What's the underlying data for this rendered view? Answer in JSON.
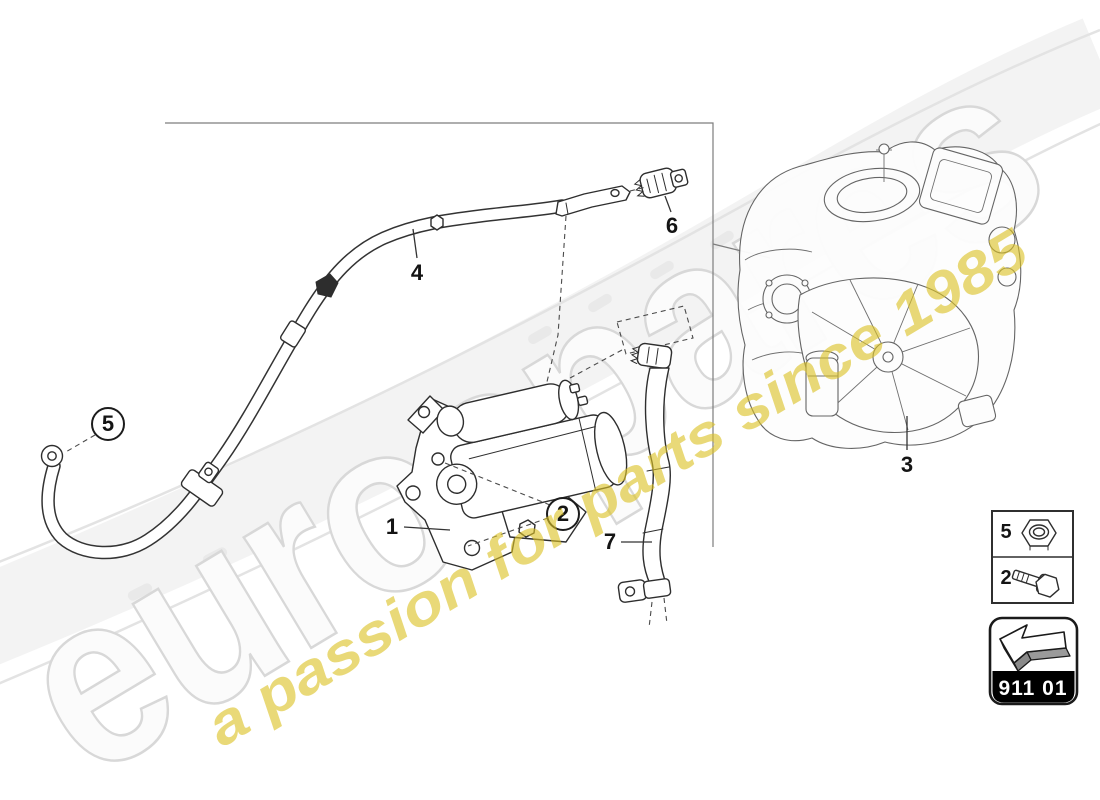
{
  "watermark": {
    "brand": "eurospares",
    "tagline": "a passion for parts since 1985",
    "brand_outline_color": "#d8d8d8",
    "tagline_color": "#dcc226"
  },
  "callouts": {
    "item1": "1",
    "item2": "2",
    "item3": "3",
    "item4": "4",
    "item5": "5",
    "item6": "6",
    "item7": "7"
  },
  "legend": {
    "rows": [
      {
        "num": "5",
        "icon": "hex-nut-icon"
      },
      {
        "num": "2",
        "icon": "hex-bolt-icon"
      }
    ]
  },
  "badge": {
    "code": "911 01",
    "icon": "arrow-up-left-icon"
  },
  "diagram": {
    "line_color": "#2e2e2e",
    "background_color": "#ffffff"
  }
}
